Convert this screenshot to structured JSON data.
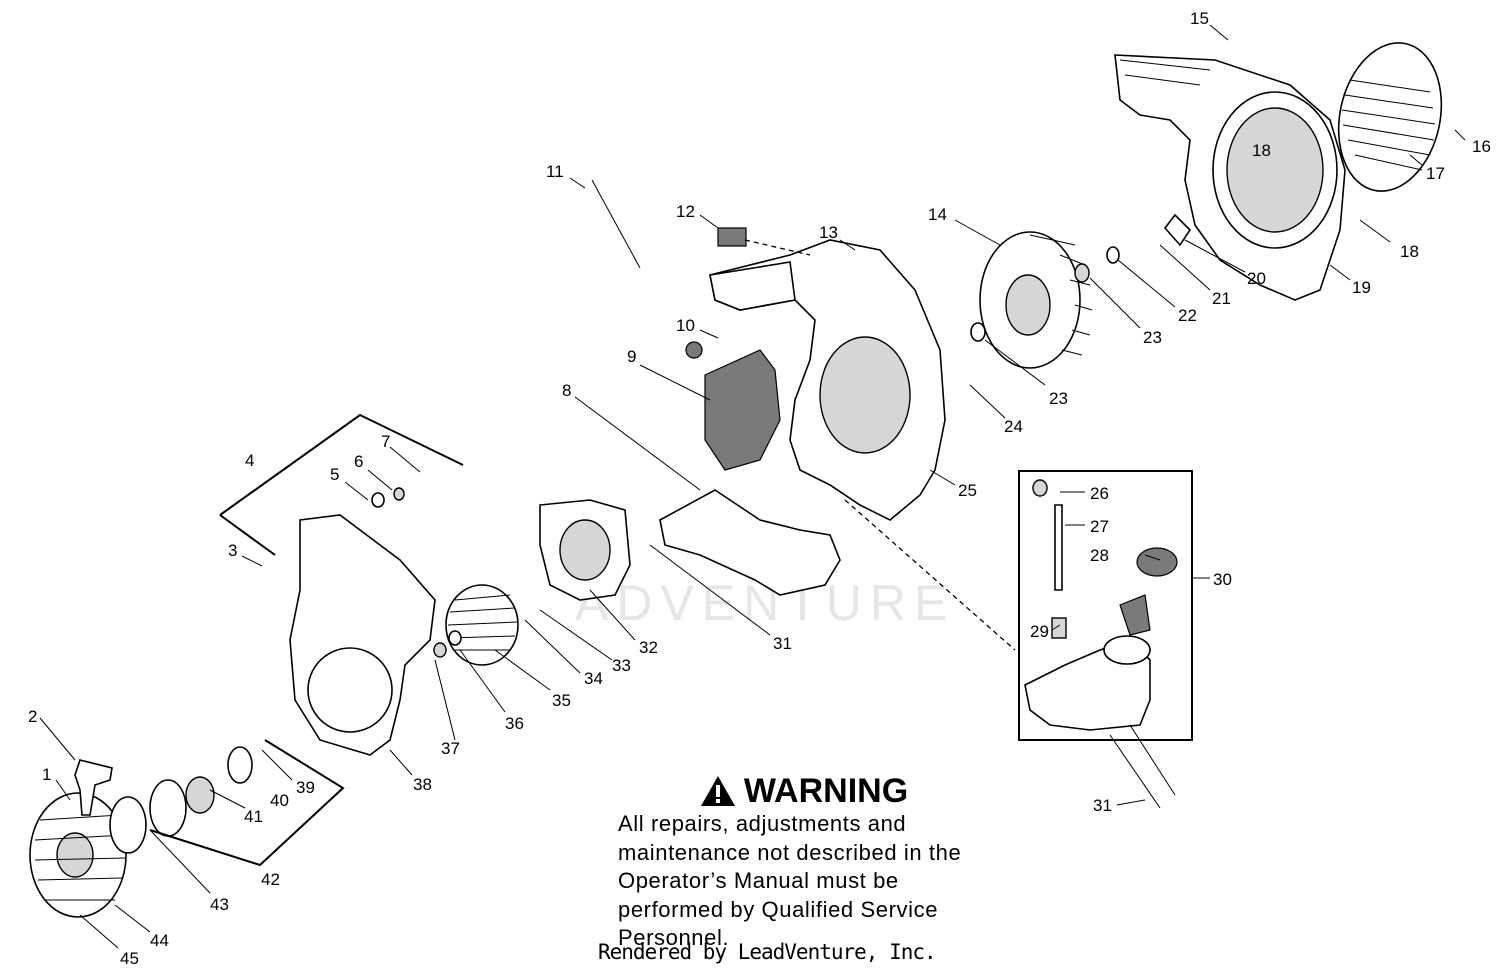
{
  "warning": {
    "title": "WARNING",
    "body": "All repairs, adjustments and maintenance not described in the Operator’s Manual must be performed by Qualified Service Personnel."
  },
  "watermark": "ADVENTURE",
  "footer": {
    "credit": "Rendered by LeadVenture, Inc."
  },
  "callouts": [
    {
      "id": "c1",
      "text": "1"
    },
    {
      "id": "c2",
      "text": "2"
    },
    {
      "id": "c3",
      "text": "3"
    },
    {
      "id": "c4",
      "text": "4"
    },
    {
      "id": "c5",
      "text": "5"
    },
    {
      "id": "c6",
      "text": "6"
    },
    {
      "id": "c7",
      "text": "7"
    },
    {
      "id": "c8",
      "text": "8"
    },
    {
      "id": "c9",
      "text": "9"
    },
    {
      "id": "c10",
      "text": "10"
    },
    {
      "id": "c11",
      "text": "11"
    },
    {
      "id": "c12",
      "text": "12"
    },
    {
      "id": "c13",
      "text": "13"
    },
    {
      "id": "c14",
      "text": "14"
    },
    {
      "id": "c15",
      "text": "15"
    },
    {
      "id": "c16",
      "text": "16"
    },
    {
      "id": "c17",
      "text": "17"
    },
    {
      "id": "c18a",
      "text": "18"
    },
    {
      "id": "c18b",
      "text": "18"
    },
    {
      "id": "c19",
      "text": "19"
    },
    {
      "id": "c20",
      "text": "20"
    },
    {
      "id": "c21",
      "text": "21"
    },
    {
      "id": "c22",
      "text": "22"
    },
    {
      "id": "c23a",
      "text": "23"
    },
    {
      "id": "c23b",
      "text": "23"
    },
    {
      "id": "c24",
      "text": "24"
    },
    {
      "id": "c25",
      "text": "25"
    },
    {
      "id": "c26",
      "text": "26"
    },
    {
      "id": "c27",
      "text": "27"
    },
    {
      "id": "c28",
      "text": "28"
    },
    {
      "id": "c29",
      "text": "29"
    },
    {
      "id": "c30",
      "text": "30"
    },
    {
      "id": "c31a",
      "text": "31"
    },
    {
      "id": "c31b",
      "text": "31"
    },
    {
      "id": "c32",
      "text": "32"
    },
    {
      "id": "c33",
      "text": "33"
    },
    {
      "id": "c34",
      "text": "34"
    },
    {
      "id": "c35",
      "text": "35"
    },
    {
      "id": "c36",
      "text": "36"
    },
    {
      "id": "c37",
      "text": "37"
    },
    {
      "id": "c38",
      "text": "38"
    },
    {
      "id": "c39",
      "text": "39"
    },
    {
      "id": "c40",
      "text": "40"
    },
    {
      "id": "c41",
      "text": "41"
    },
    {
      "id": "c42",
      "text": "42"
    },
    {
      "id": "c43",
      "text": "43"
    },
    {
      "id": "c44",
      "text": "44"
    },
    {
      "id": "c45",
      "text": "45"
    }
  ]
}
